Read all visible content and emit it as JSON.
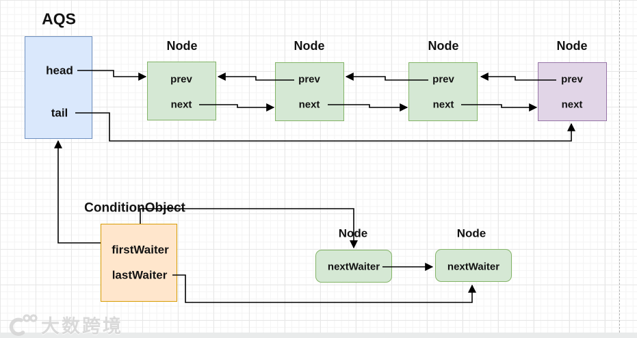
{
  "aqs": {
    "title": "AQS",
    "fields": [
      "head",
      "tail"
    ]
  },
  "queue_nodes": [
    {
      "label": "Node",
      "fields": [
        "prev",
        "next"
      ],
      "variant": "green"
    },
    {
      "label": "Node",
      "fields": [
        "prev",
        "next"
      ],
      "variant": "green"
    },
    {
      "label": "Node",
      "fields": [
        "prev",
        "next"
      ],
      "variant": "green"
    },
    {
      "label": "Node",
      "fields": [
        "prev",
        "next"
      ],
      "variant": "purple"
    }
  ],
  "condition": {
    "title": "ConditionObject",
    "fields": [
      "firstWaiter",
      "lastWaiter"
    ]
  },
  "waiter_nodes": [
    {
      "label": "Node",
      "field": "nextWaiter"
    },
    {
      "label": "Node",
      "field": "nextWaiter"
    }
  ],
  "watermark": {
    "text": "大数跨境"
  },
  "colors": {
    "queue_node_fill": "#d5e8d4",
    "queue_node_border": "#82b366",
    "aqs_fill": "#dae8fc",
    "aqs_border": "#6c8ebf",
    "last_node_fill": "#e1d5e7",
    "last_node_border": "#9673a6",
    "condition_fill": "#ffe6cc",
    "condition_border": "#d79b00",
    "line": "#000000",
    "grid": "#e7e7e7"
  }
}
